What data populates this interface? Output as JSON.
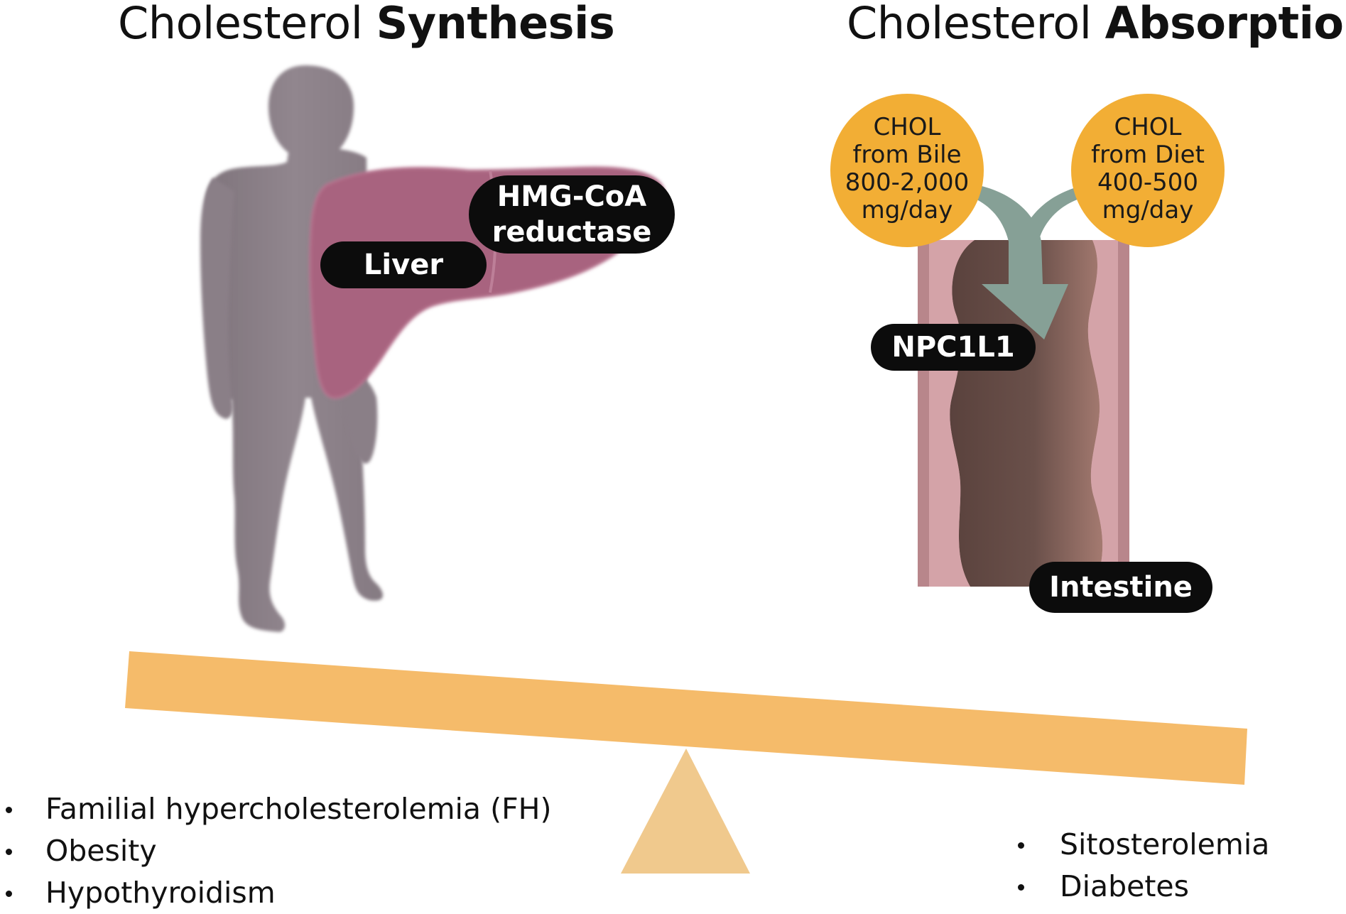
{
  "synthesis_title": {
    "prefix": "Cholesterol ",
    "emphasis": "Synthesis"
  },
  "absorption_title": {
    "prefix": "Cholesterol ",
    "emphasis": "Absorption"
  },
  "labels": {
    "liver": "Liver",
    "hmg_coa_line1": "HMG-CoA",
    "hmg_coa_line2": "reductase",
    "npc1l1": "NPC1L1",
    "intestine": "Intestine"
  },
  "bile_source": {
    "line1": "CHOL",
    "line2": "from Bile",
    "line3": "800-2,000",
    "line4": "mg/day"
  },
  "diet_source": {
    "line1": "CHOL",
    "line2": "from Diet",
    "line3": "400-500",
    "line4": "mg/day"
  },
  "synthesis_conditions": [
    "Familial hypercholesterolemia (FH)",
    "Obesity",
    "Hypothyroidism"
  ],
  "absorption_conditions": [
    "Sitosterolemia",
    "Diabetes"
  ],
  "colors": {
    "body": "#8c8189",
    "liver": "#a8647f",
    "source_circle": "#f2ae35",
    "arrow": "#86a096",
    "intestine_wall": "#d3a2a6",
    "intestine_lumen": "#5e4640",
    "seesaw_beam": "#f5bb6a",
    "fulcrum": "#f0c98d",
    "label_pill": "#0c0c0c"
  }
}
